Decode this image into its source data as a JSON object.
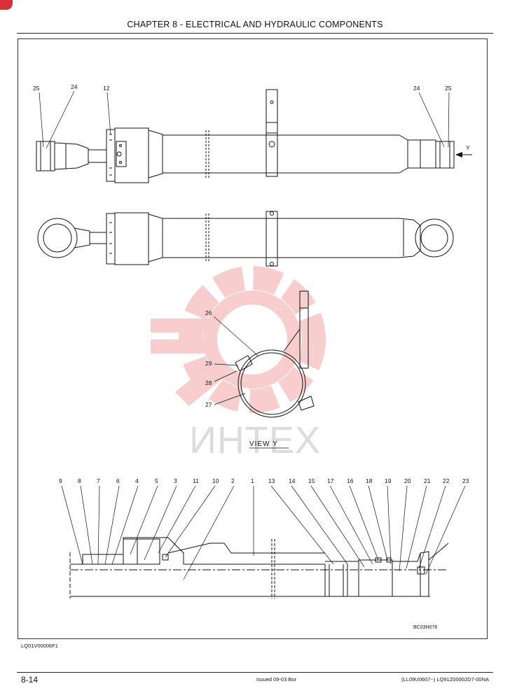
{
  "header": {
    "title": "CHAPTER 8 - ELECTRICAL AND HYDRAULIC COMPONENTS"
  },
  "figure": {
    "view_label": "VIEW   Y",
    "arrow_label": "Y",
    "ref_code": "BC03H076",
    "top_callouts": {
      "left_25": "25",
      "left_24": "24",
      "left_12": "12",
      "right_24": "24",
      "right_25": "25"
    },
    "view_callouts": {
      "c26": "26",
      "c29": "29",
      "c28": "28",
      "c27": "27"
    },
    "section_callouts": [
      "9",
      "8",
      "7",
      "6",
      "4",
      "5",
      "3",
      "11",
      "10",
      "2",
      "1",
      "13",
      "14",
      "15",
      "17",
      "16",
      "18",
      "19",
      "20",
      "21",
      "22",
      "23"
    ]
  },
  "watermark": {
    "text": "ИНТЕХ",
    "color": "#f2b3b3"
  },
  "footer": {
    "code_left": "LQ01V00006F1",
    "page_number": "8-14",
    "issued": "Issued 09-03   Bur",
    "doc_code": "(LL09U0607~)   LQ91Z00002D7-00NA"
  }
}
